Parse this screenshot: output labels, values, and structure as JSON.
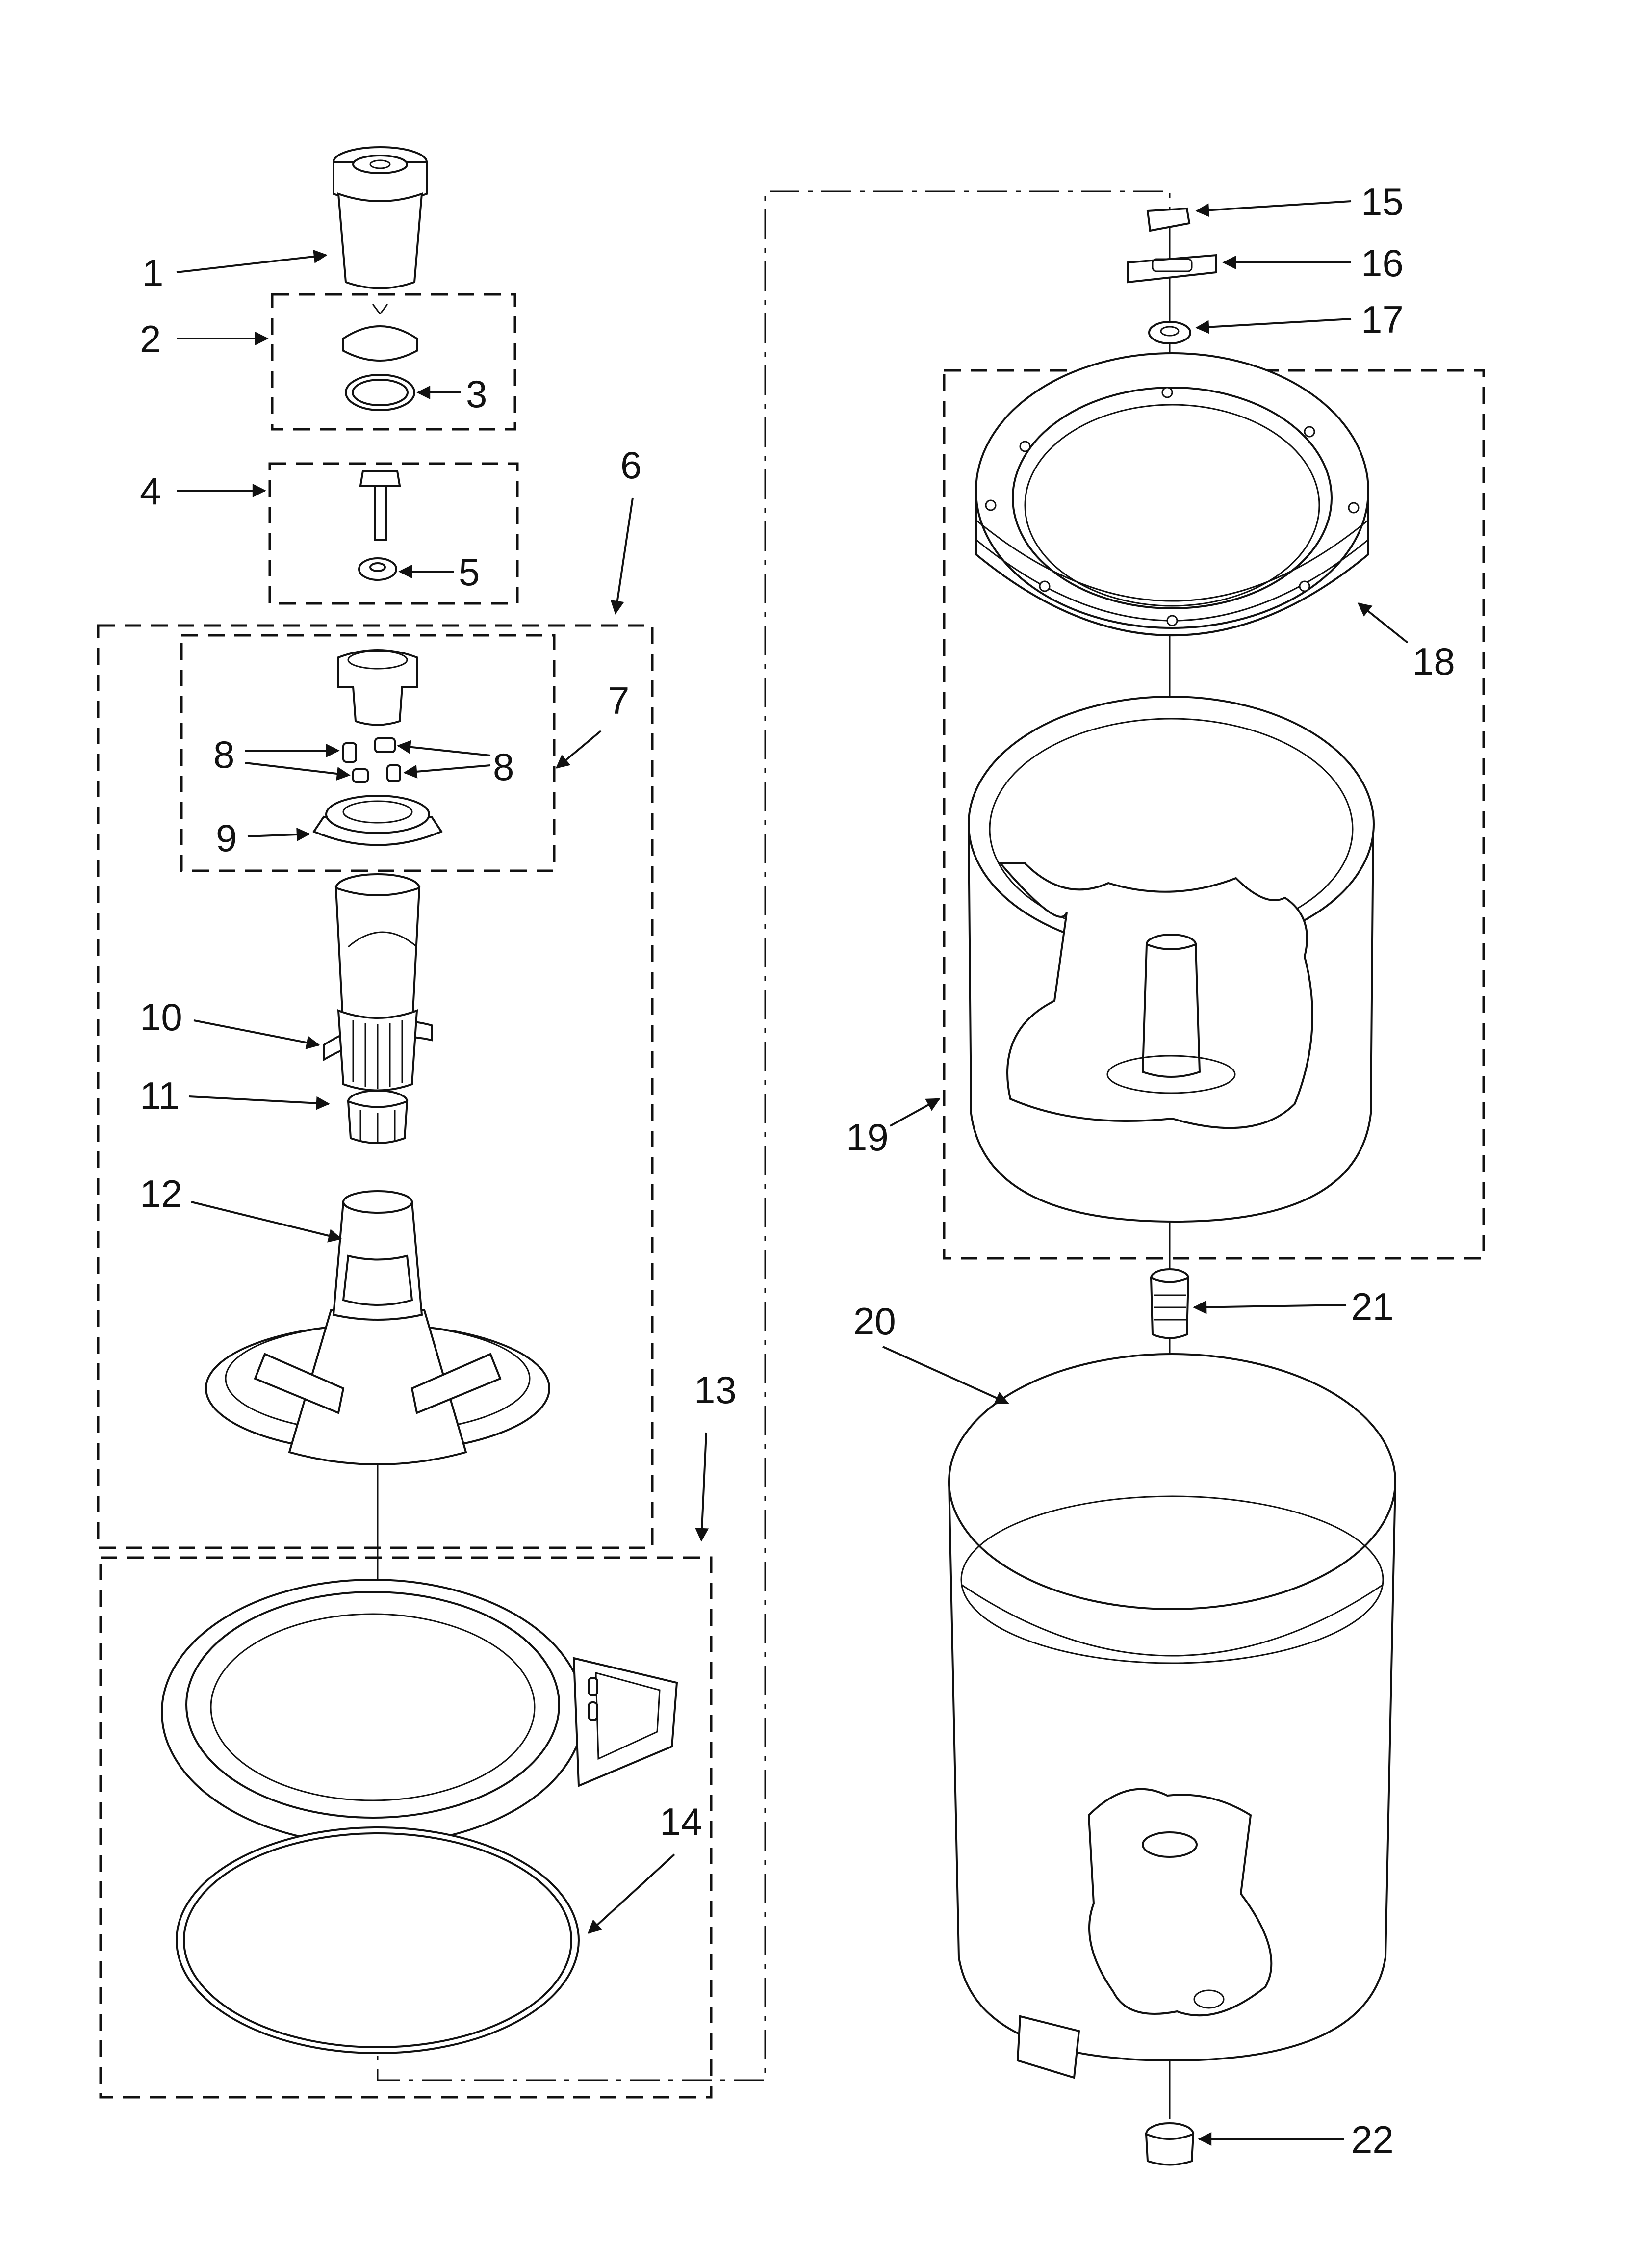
{
  "labels": {
    "p1": "1",
    "p2": "2",
    "p3": "3",
    "p4": "4",
    "p5": "5",
    "p6": "6",
    "p7": "7",
    "p8a": "8",
    "p8b": "8",
    "p9": "9",
    "p10": "10",
    "p11": "11",
    "p12": "12",
    "p13": "13",
    "p14": "14",
    "p15": "15",
    "p16": "16",
    "p17": "17",
    "p18": "18",
    "p19": "19",
    "p20": "20",
    "p21": "21",
    "p22": "22"
  }
}
